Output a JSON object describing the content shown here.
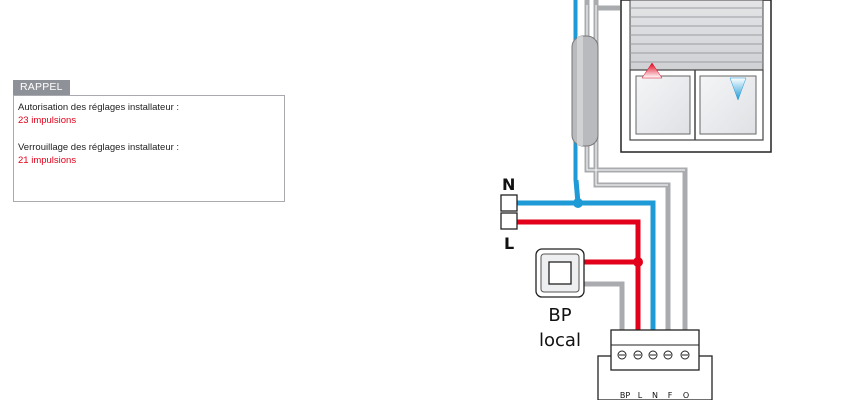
{
  "rappel": {
    "title": "RAPPEL",
    "auth_label": "Autorisation des réglages installateur :",
    "auth_value": "23 impulsions",
    "lock_label": "Verrouillage des réglages installateur :",
    "lock_value": "21 impulsions"
  },
  "diagram": {
    "label_n": "N",
    "label_l": "L",
    "bp_line1": "BP",
    "bp_line2": "local",
    "terminal_labels": [
      "BP",
      "L",
      "N",
      "F",
      "O"
    ]
  },
  "colors": {
    "blue_wire": "#1e9ad6",
    "red_wire": "#e2001a",
    "grey_wire": "#a9abae",
    "accent_label": "#e2001a"
  }
}
